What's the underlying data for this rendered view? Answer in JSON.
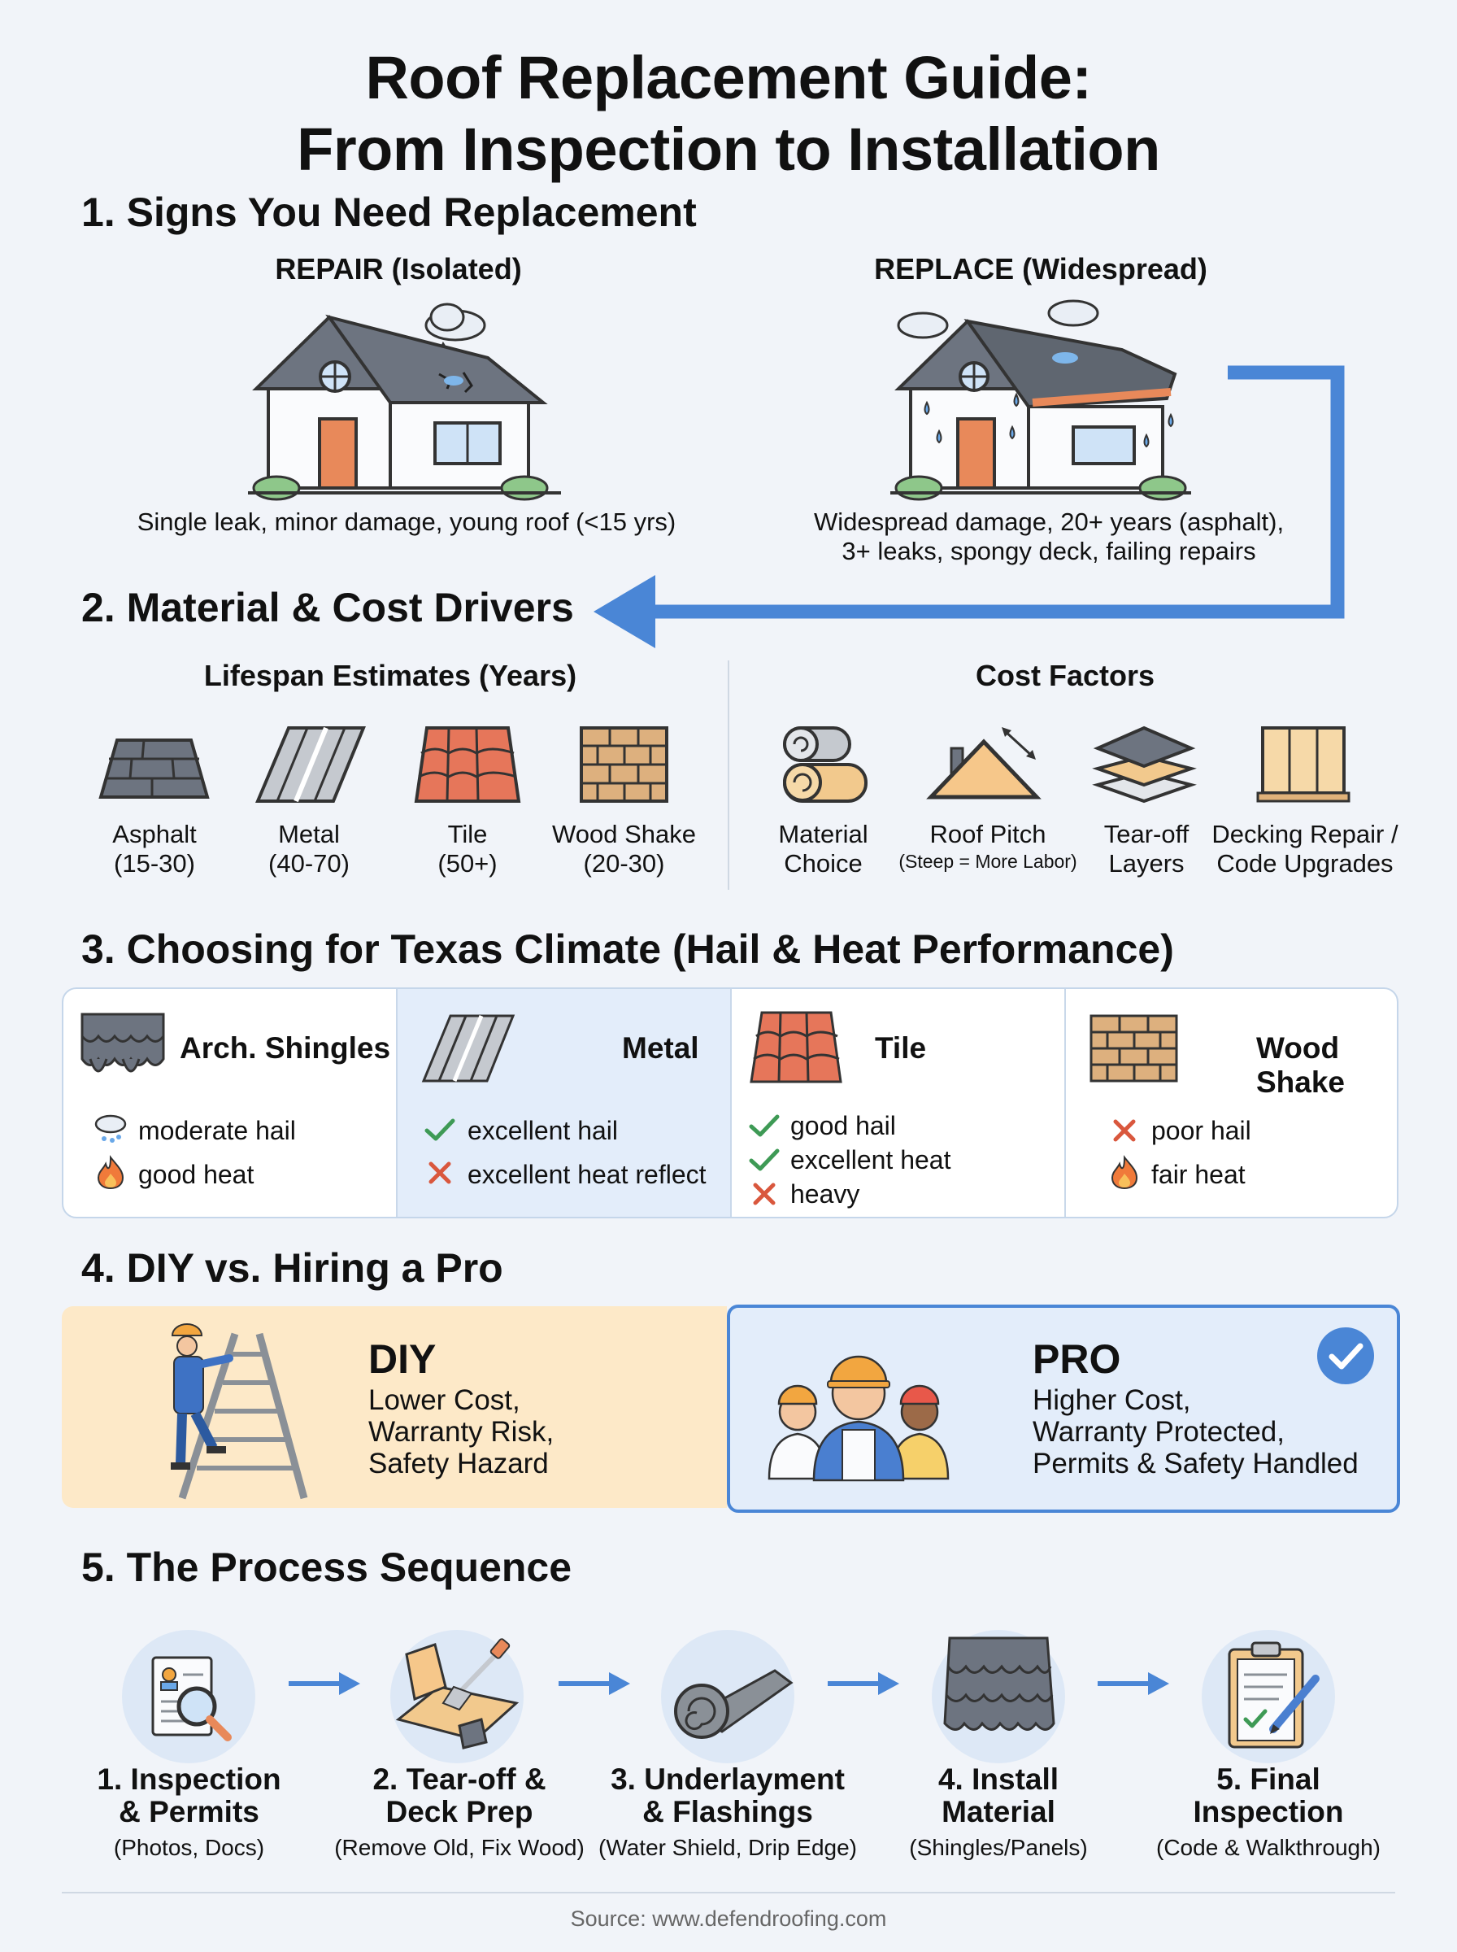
{
  "title": {
    "line1": "Roof Replacement Guide:",
    "line2": "From Inspection to Installation"
  },
  "section1": {
    "heading": "1. Signs You Need Replacement",
    "repair": {
      "label": "REPAIR (Isolated)",
      "desc": "Single leak, minor damage, young roof (<15 yrs)"
    },
    "replace": {
      "label": "REPLACE (Widespread)",
      "desc_line1": "Widespread damage, 20+ years (asphalt),",
      "desc_line2": "3+ leaks, spongy deck, failing repairs"
    }
  },
  "section2": {
    "heading": "2. Material & Cost Drivers",
    "lifespan_title": "Lifespan Estimates (Years)",
    "cost_title": "Cost Factors",
    "materials": [
      {
        "name": "Asphalt",
        "years": "(15-30)"
      },
      {
        "name": "Metal",
        "years": "(40-70)"
      },
      {
        "name": "Tile",
        "years": "(50+)"
      },
      {
        "name": "Wood Shake",
        "years": "(20-30)"
      }
    ],
    "factors": [
      {
        "line1": "Material",
        "line2": "Choice"
      },
      {
        "line1": "Roof Pitch",
        "line2": "(Steep = More Labor)"
      },
      {
        "line1": "Tear-off",
        "line2": "Layers"
      },
      {
        "line1": "Decking Repair /",
        "line2": "Code Upgrades"
      }
    ]
  },
  "section3": {
    "heading": "3. Choosing for Texas Climate (Hail & Heat Performance)",
    "columns": [
      {
        "name": "Arch. Shingles",
        "items": [
          {
            "icon": "cloud-hail-icon",
            "text": "moderate hail"
          },
          {
            "icon": "flame-icon",
            "text": "good heat"
          }
        ]
      },
      {
        "name": "Metal",
        "items": [
          {
            "icon": "check-icon",
            "text": "excellent hail"
          },
          {
            "icon": "cross-icon",
            "text": "excellent heat reflect"
          }
        ]
      },
      {
        "name": "Tile",
        "items": [
          {
            "icon": "check-icon",
            "text": "good hail"
          },
          {
            "icon": "check-icon",
            "text": "excellent heat"
          },
          {
            "icon": "cross-icon",
            "text": "heavy"
          }
        ]
      },
      {
        "name": "Wood Shake",
        "items": [
          {
            "icon": "cross-icon",
            "text": "poor hail"
          },
          {
            "icon": "flame-icon",
            "text": "fair heat"
          }
        ]
      }
    ]
  },
  "section4": {
    "heading": "4. DIY vs. Hiring a Pro",
    "diy": {
      "label": "DIY",
      "lines": [
        "Lower Cost,",
        "Warranty Risk,",
        "Safety Hazard"
      ]
    },
    "pro": {
      "label": "PRO",
      "lines": [
        "Higher Cost,",
        "Warranty Protected,",
        "Permits & Safety Handled"
      ]
    }
  },
  "section5": {
    "heading": "5. The Process Sequence",
    "steps": [
      {
        "line1": "1. Inspection",
        "line2": "& Permits",
        "sub": "(Photos, Docs)"
      },
      {
        "line1": "2. Tear-off &",
        "line2": "Deck Prep",
        "sub": "(Remove Old, Fix Wood)"
      },
      {
        "line1": "3. Underlayment",
        "line2": "& Flashings",
        "sub": "(Water Shield, Drip Edge)"
      },
      {
        "line1": "4. Install",
        "line2": "Material",
        "sub": "(Shingles/Panels)"
      },
      {
        "line1": "5. Final",
        "line2": "Inspection",
        "sub": "(Code & Walkthrough)"
      }
    ]
  },
  "footer": {
    "source": "Source: www.defendroofing.com"
  },
  "colors": {
    "accent_blue": "#4a86d6",
    "diy_bg": "#fde9c8",
    "pro_bg": "#e3edfa",
    "door_orange": "#e8895a",
    "check_green": "#3e9a55",
    "cross_red": "#d9573d"
  }
}
